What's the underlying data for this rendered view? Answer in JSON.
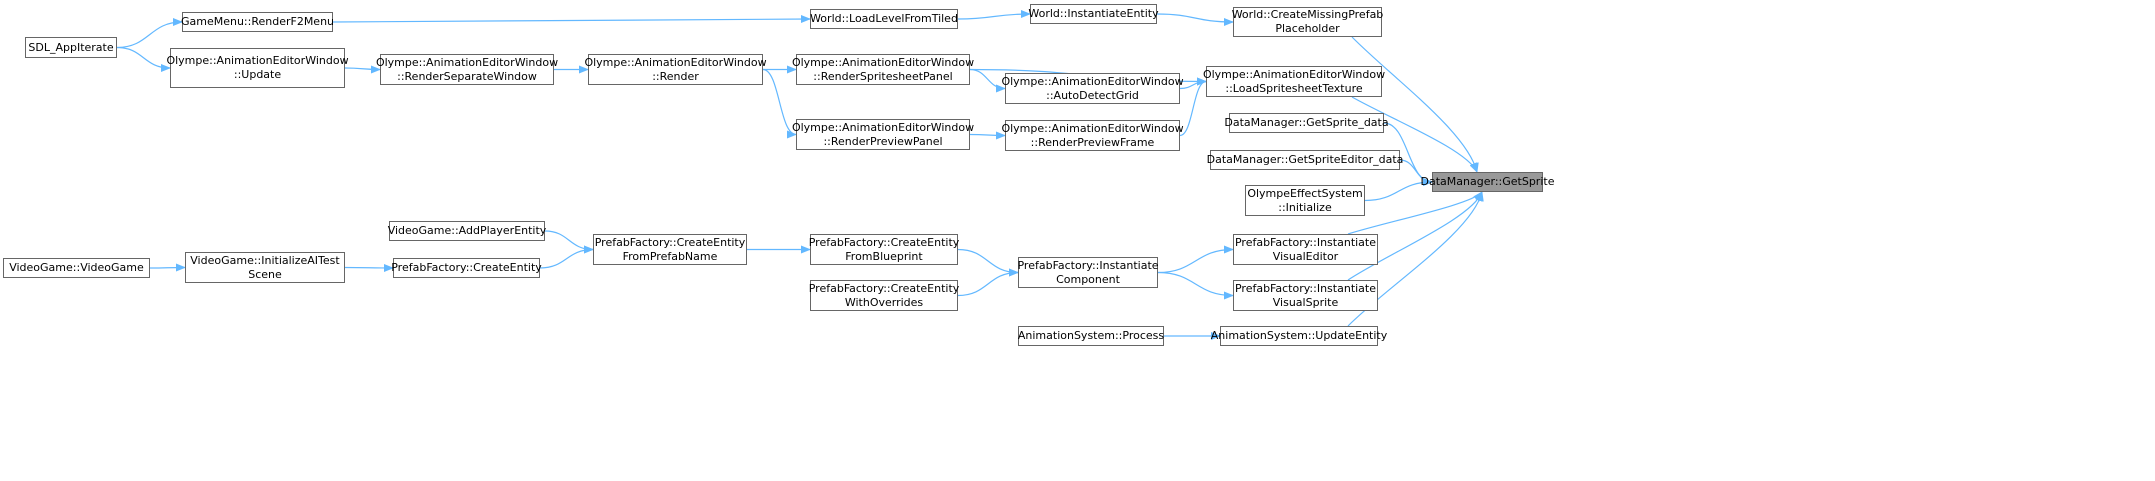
{
  "colors": {
    "edge": "#63b8ff",
    "node_border": "#666666",
    "focus_fill": "#999999"
  },
  "nodes": [
    {
      "id": "sdl",
      "lines": [
        "SDL_AppIterate"
      ]
    },
    {
      "id": "f2",
      "lines": [
        "GameMenu::RenderF2Menu"
      ]
    },
    {
      "id": "upd",
      "lines": [
        "Olympe::AnimationEditorWindow",
        "::Update"
      ]
    },
    {
      "id": "rsw",
      "lines": [
        "Olympe::AnimationEditorWindow",
        "::RenderSeparateWindow"
      ]
    },
    {
      "id": "rnd",
      "lines": [
        "Olympe::AnimationEditorWindow",
        "::Render"
      ]
    },
    {
      "id": "llft",
      "lines": [
        "World::LoadLevelFromTiled"
      ]
    },
    {
      "id": "wie",
      "lines": [
        "World::InstantiateEntity"
      ]
    },
    {
      "id": "cmp",
      "lines": [
        "World::CreateMissingPrefab",
        "Placeholder"
      ]
    },
    {
      "id": "rsp",
      "lines": [
        "Olympe::AnimationEditorWindow",
        "::RenderSpritesheetPanel"
      ]
    },
    {
      "id": "adg",
      "lines": [
        "Olympe::AnimationEditorWindow",
        "::AutoDetectGrid"
      ]
    },
    {
      "id": "lst",
      "lines": [
        "Olympe::AnimationEditorWindow",
        "::LoadSpritesheetTexture"
      ]
    },
    {
      "id": "rpp",
      "lines": [
        "Olympe::AnimationEditorWindow",
        "::RenderPreviewPanel"
      ]
    },
    {
      "id": "rpf",
      "lines": [
        "Olympe::AnimationEditorWindow",
        "::RenderPreviewFrame"
      ]
    },
    {
      "id": "gsd",
      "lines": [
        "DataManager::GetSprite_data"
      ]
    },
    {
      "id": "gsed",
      "lines": [
        "DataManager::GetSpriteEditor_data"
      ]
    },
    {
      "id": "gs",
      "lines": [
        "DataManager::GetSprite"
      ],
      "focus": true
    },
    {
      "id": "oes",
      "lines": [
        "OlympeEffectSystem",
        "::Initialize"
      ]
    },
    {
      "id": "ive",
      "lines": [
        "PrefabFactory::Instantiate",
        "VisualEditor"
      ]
    },
    {
      "id": "ivs",
      "lines": [
        "PrefabFactory::Instantiate",
        "VisualSprite"
      ]
    },
    {
      "id": "aue",
      "lines": [
        "AnimationSystem::UpdateEntity"
      ]
    },
    {
      "id": "ap",
      "lines": [
        "AnimationSystem::Process"
      ]
    },
    {
      "id": "ic",
      "lines": [
        "PrefabFactory::Instantiate",
        "Component"
      ]
    },
    {
      "id": "cefb",
      "lines": [
        "PrefabFactory::CreateEntity",
        "FromBlueprint"
      ]
    },
    {
      "id": "cewo",
      "lines": [
        "PrefabFactory::CreateEntity",
        "WithOverrides"
      ]
    },
    {
      "id": "cefp",
      "lines": [
        "PrefabFactory::CreateEntity",
        "FromPrefabName"
      ]
    },
    {
      "id": "ape",
      "lines": [
        "VideoGame::AddPlayerEntity"
      ]
    },
    {
      "id": "ce",
      "lines": [
        "PrefabFactory::CreateEntity"
      ]
    },
    {
      "id": "iai",
      "lines": [
        "VideoGame::InitializeAITest",
        "Scene"
      ]
    },
    {
      "id": "vg",
      "lines": [
        "VideoGame::VideoGame"
      ]
    }
  ],
  "edges": [
    [
      "sdl",
      "f2"
    ],
    [
      "sdl",
      "upd"
    ],
    [
      "f2",
      "llft"
    ],
    [
      "upd",
      "rsw"
    ],
    [
      "rsw",
      "rnd"
    ],
    [
      "rnd",
      "rsp"
    ],
    [
      "rnd",
      "rpp"
    ],
    [
      "llft",
      "wie"
    ],
    [
      "wie",
      "cmp"
    ],
    [
      "cmp",
      "gs"
    ],
    [
      "rsp",
      "lst"
    ],
    [
      "rsp",
      "adg"
    ],
    [
      "adg",
      "lst"
    ],
    [
      "rpp",
      "rpf"
    ],
    [
      "rpf",
      "lst"
    ],
    [
      "lst",
      "gs"
    ],
    [
      "gsd",
      "gs"
    ],
    [
      "gsed",
      "gs"
    ],
    [
      "oes",
      "gs"
    ],
    [
      "ive",
      "gs"
    ],
    [
      "ivs",
      "gs"
    ],
    [
      "aue",
      "gs"
    ],
    [
      "ap",
      "aue"
    ],
    [
      "ic",
      "ive"
    ],
    [
      "ic",
      "ivs"
    ],
    [
      "cefb",
      "ic"
    ],
    [
      "cewo",
      "ic"
    ],
    [
      "cefp",
      "cefb"
    ],
    [
      "ape",
      "cefp"
    ],
    [
      "ce",
      "cefp"
    ],
    [
      "iai",
      "ce"
    ],
    [
      "vg",
      "iai"
    ]
  ]
}
